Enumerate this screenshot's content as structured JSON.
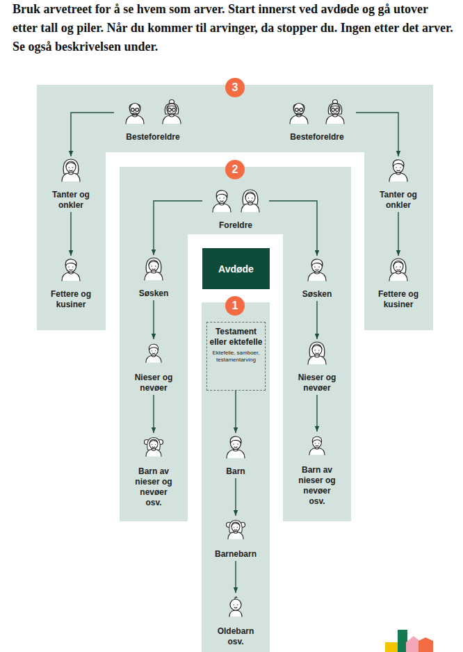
{
  "diagram": {
    "title": "Bruk arvetreet for å se hvem som arver. Start innerst ved avdøde og gå utover etter tall og piler. Når du kommer til arvinger, da stopper du. Ingen etter det arver. Se også beskrivelsen under.",
    "nodes": [
      {
        "text": [
          "3"
        ]
      },
      {
        "text": [
          "Besteforeldre"
        ],
        "in": 0
      },
      {
        "text": [
          "Besteforeldre"
        ],
        "in": 0
      },
      {
        "text": [
          "Tanter og onkler"
        ],
        "in": 0
      },
      {
        "text": [
          "Fettere og kusiner"
        ],
        "in": 0
      },
      {
        "text": [
          "Tanter og onkler"
        ],
        "in": 0
      },
      {
        "text": [
          "Fettere og kusiner"
        ],
        "in": 0
      },
      {
        "text": [
          "2"
        ]
      },
      {
        "text": [
          "Foreldre"
        ],
        "in": 7
      },
      {
        "text": [
          "Søsken"
        ],
        "in": 7
      },
      {
        "text": [
          "Nieser og nevøer"
        ],
        "in": 7
      },
      {
        "text": [
          "Barn av nieser og nevøer osv."
        ],
        "in": 7
      },
      {
        "text": [
          "Søsken"
        ],
        "in": 7
      },
      {
        "text": [
          "Nieser og nevøer"
        ],
        "in": 7
      },
      {
        "text": [
          "Barn av nieser og nevøer osv."
        ],
        "in": 7
      },
      {
        "text": [
          "Avdøde"
        ]
      },
      {
        "text": [
          "1"
        ]
      },
      {
        "text": [
          "Testament eller ektefelle",
          "Ektefelle, samboer, testamentarving"
        ],
        "in": 16
      },
      {
        "text": [
          "Barn"
        ],
        "in": 16
      },
      {
        "text": [
          "Barnebarn"
        ],
        "in": 16
      },
      {
        "text": [
          "Oldebarn osv."
        ],
        "in": 16
      }
    ],
    "edges": [
      {
        "from": 1,
        "to": 3,
        "arrow": "to"
      },
      {
        "from": 3,
        "to": 4,
        "arrow": "to"
      },
      {
        "from": 2,
        "to": 5,
        "arrow": "to"
      },
      {
        "from": 5,
        "to": 6,
        "arrow": "to"
      },
      {
        "from": 8,
        "to": 9,
        "arrow": "to"
      },
      {
        "from": 9,
        "to": 10,
        "arrow": "to"
      },
      {
        "from": 10,
        "to": 11,
        "arrow": "to"
      },
      {
        "from": 8,
        "to": 12,
        "arrow": "to"
      },
      {
        "from": 12,
        "to": 13,
        "arrow": "to"
      },
      {
        "from": 13,
        "to": 14,
        "arrow": "to"
      },
      {
        "from": 17,
        "to": 18,
        "arrow": "to"
      },
      {
        "from": 18,
        "to": 19,
        "arrow": "to"
      },
      {
        "from": 19,
        "to": 20,
        "arrow": "to"
      }
    ]
  }
}
